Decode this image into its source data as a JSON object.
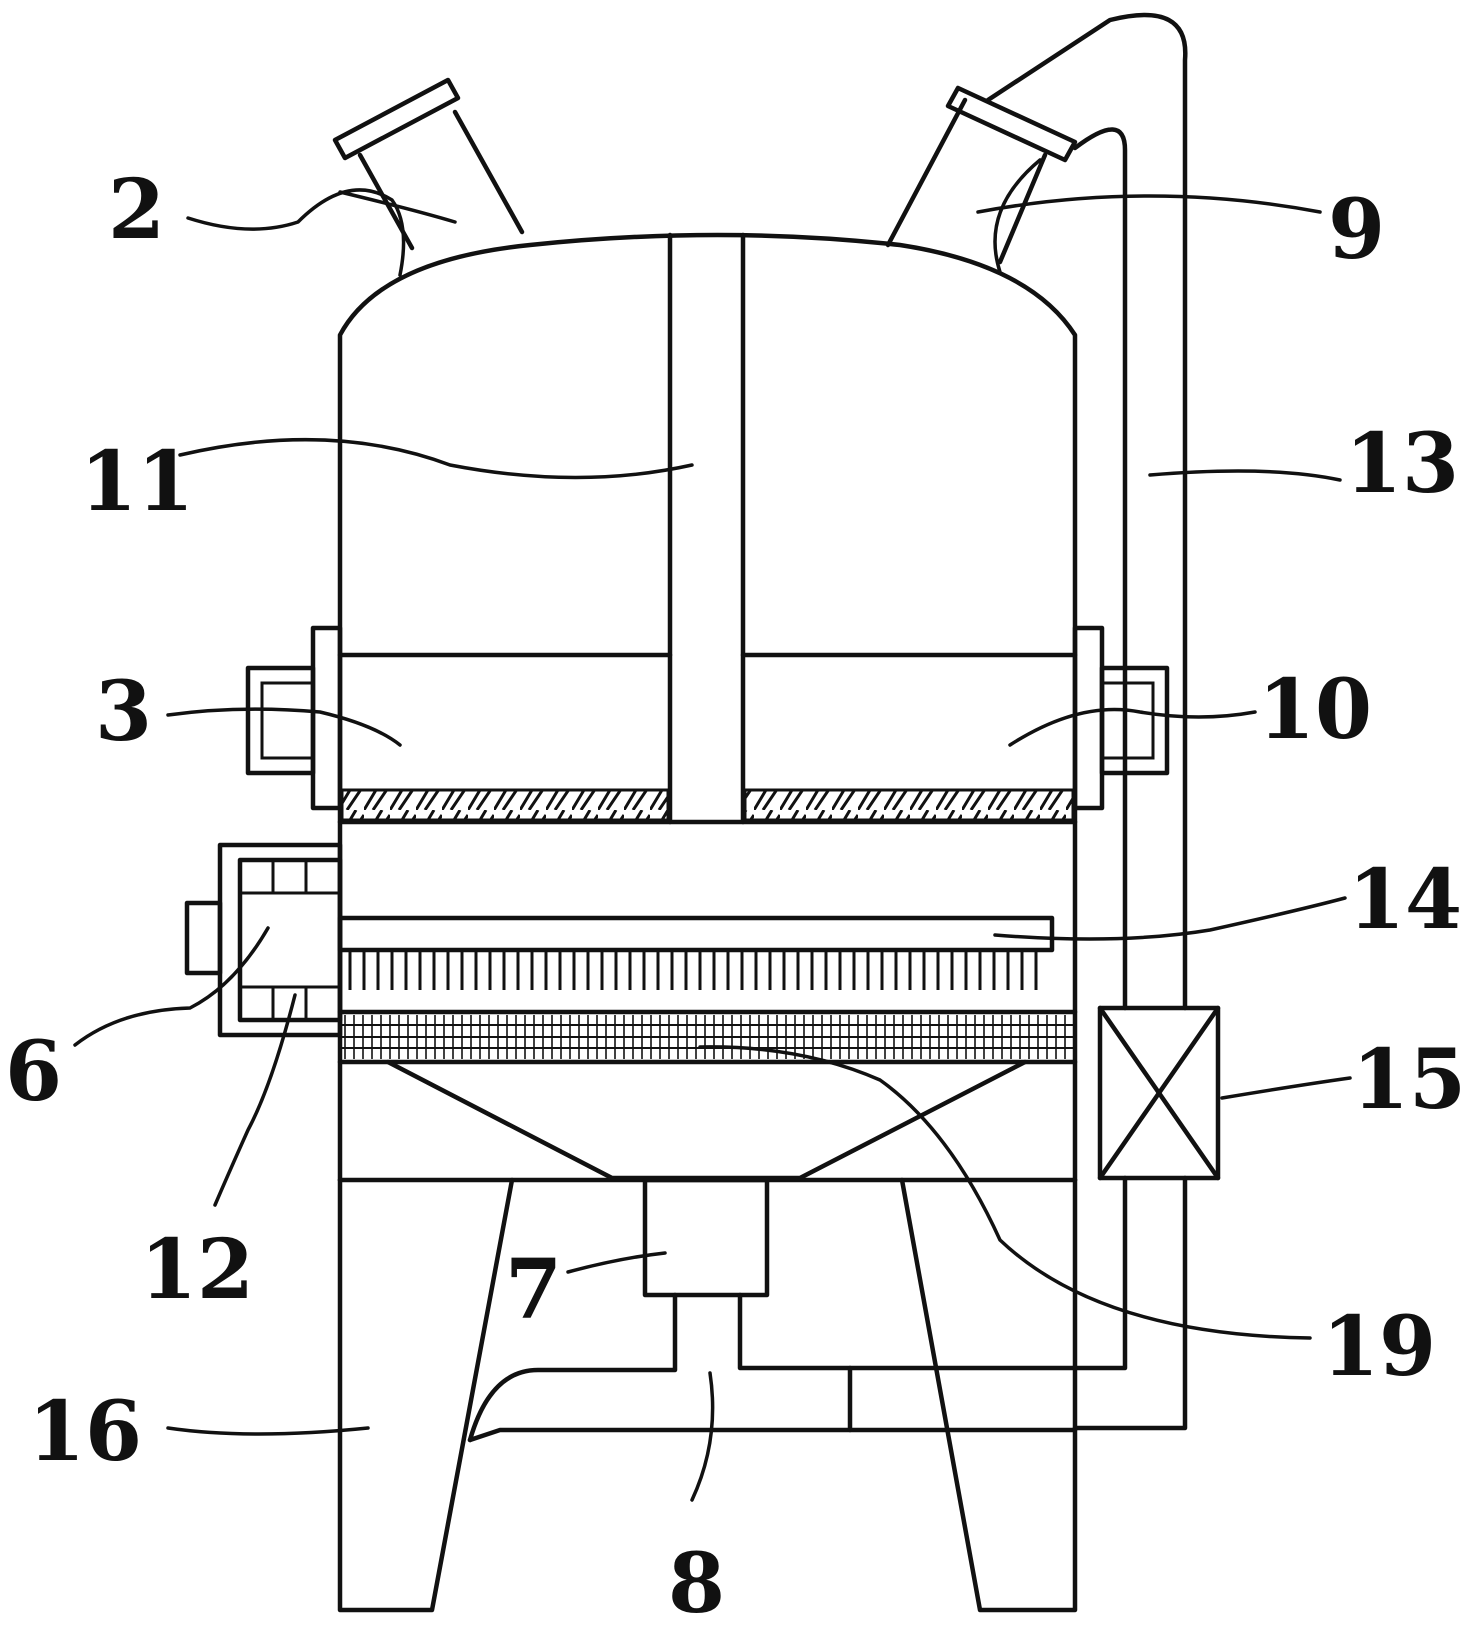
{
  "figure": {
    "callouts": [
      {
        "id": "c2",
        "text": "2"
      },
      {
        "id": "c9",
        "text": "9"
      },
      {
        "id": "c11",
        "text": "11"
      },
      {
        "id": "c13",
        "text": "13"
      },
      {
        "id": "c3",
        "text": "3"
      },
      {
        "id": "c10",
        "text": "10"
      },
      {
        "id": "c14",
        "text": "14"
      },
      {
        "id": "c6",
        "text": "6"
      },
      {
        "id": "c15",
        "text": "15"
      },
      {
        "id": "c12",
        "text": "12"
      },
      {
        "id": "c7",
        "text": "7"
      },
      {
        "id": "c19",
        "text": "19"
      },
      {
        "id": "c16",
        "text": "16"
      },
      {
        "id": "c8",
        "text": "8"
      }
    ]
  }
}
